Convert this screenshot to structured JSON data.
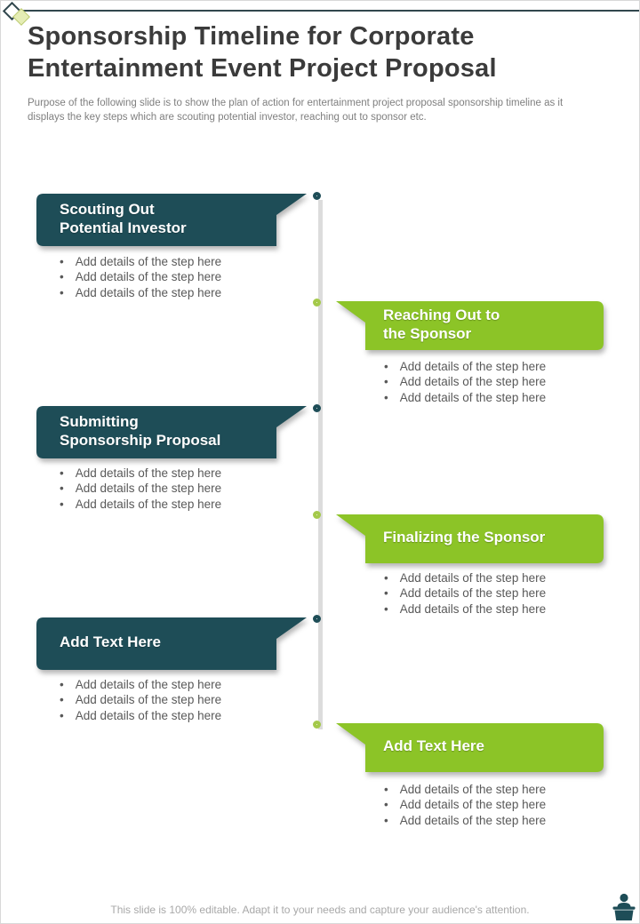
{
  "slide": {
    "title": "Sponsorship Timeline for Corporate\nEntertainment Event Project Proposal",
    "subtitle": "Purpose of the following slide is to show the plan of action for entertainment project proposal  sponsorship timeline as it\ndisplays the key  steps which are scouting potential investor, reaching out to sponsor etc.",
    "footer": "This slide is 100% editable. Adapt it to your needs and capture your audience's attention."
  },
  "colors": {
    "dark_teal": "#1e4d57",
    "green": "#8cc427",
    "green_ring": "#a4c94a",
    "timeline_gray": "#dcdcdc",
    "rule_dark": "#31474d",
    "diamond_fill": "#e5edb5"
  },
  "icons": {
    "footer_icon": "presenter-podium-icon",
    "header_accent": "diamond-accent-icon"
  },
  "steps": [
    {
      "side": "left",
      "color": "dark_teal",
      "title": "Scouting Out\nPotential Investor",
      "bullets": [
        "Add details of the step here",
        "Add details of the step here",
        "Add details of the step here"
      ]
    },
    {
      "side": "right",
      "color": "green",
      "title": "Reaching Out to\nthe Sponsor",
      "bullets": [
        "Add details of the step here",
        "Add details of the step here",
        "Add details of the step here"
      ]
    },
    {
      "side": "left",
      "color": "dark_teal",
      "title": "Submitting\nSponsorship Proposal",
      "bullets": [
        "Add details of the step here",
        "Add details of the step here",
        "Add details of the step here"
      ]
    },
    {
      "side": "right",
      "color": "green",
      "title": "Finalizing the Sponsor",
      "bullets": [
        "Add details of the step here",
        "Add details of the step here",
        "Add details of the step here"
      ]
    },
    {
      "side": "left",
      "color": "dark_teal",
      "title": "Add Text Here",
      "bullets": [
        "Add details of the step here",
        "Add details of the step here",
        "Add details of the step here"
      ]
    },
    {
      "side": "right",
      "color": "green",
      "title": "Add Text Here",
      "bullets": [
        "Add details of the step here",
        "Add details of the step here",
        "Add details of the step here"
      ]
    }
  ]
}
